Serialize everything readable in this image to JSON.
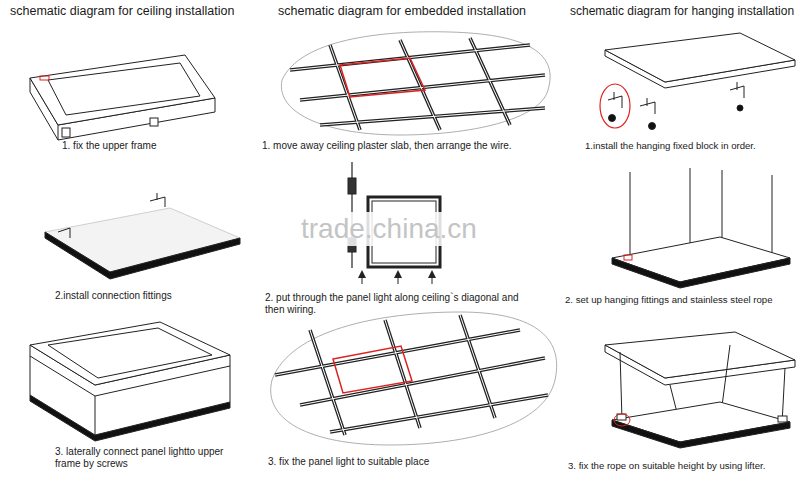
{
  "diagram": {
    "labels": [
      "schematic diagram for ceiling installation",
      "schematic diagram for embedded installation",
      "schematic diagram for hanging installation",
      "1. fix the upper frame",
      "2.install connection fittings",
      "3. laterally connect panel lightto upper frame by screws",
      "1. move away ceiling plaster slab, then arrange the wire.",
      "2. put through the panel light along ceiling`s diagonal and then wiring.",
      "3. fix the panel light to suitable place",
      "1.install the hanging fixed block in order.",
      "2. set up hanging fittings and stainless steel rope",
      "3. fix the rope on suitable height by using lifter.",
      "trade.china.cn"
    ]
  }
}
